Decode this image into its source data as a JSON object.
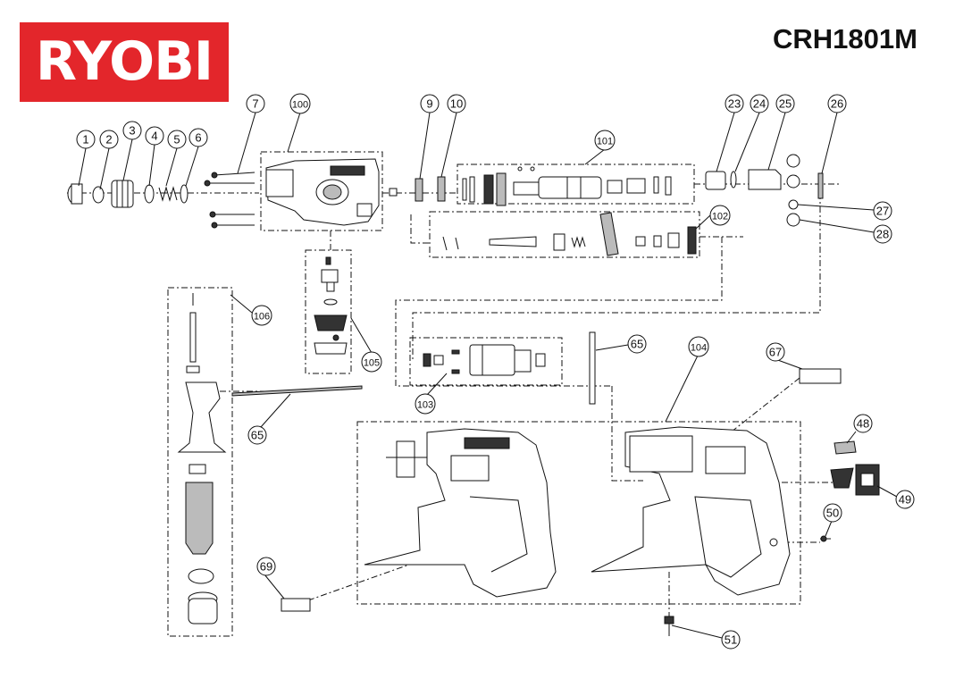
{
  "brand": {
    "logo_text": "RYOBI",
    "logo_color": "#e3262b"
  },
  "model": "CRH1801M",
  "callouts": {
    "c1": "1",
    "c2": "2",
    "c3": "3",
    "c4": "4",
    "c5": "5",
    "c6": "6",
    "c7": "7",
    "c9": "9",
    "c10": "10",
    "c23": "23",
    "c24": "24",
    "c25": "25",
    "c26": "26",
    "c27": "27",
    "c28": "28",
    "c48": "48",
    "c49": "49",
    "c50": "50",
    "c51": "51",
    "c65a": "65",
    "c65b": "65",
    "c67": "67",
    "c69": "69",
    "c100": "100",
    "c101": "101",
    "c102": "102",
    "c103": "103",
    "c104": "104",
    "c105": "105",
    "c106": "106"
  }
}
